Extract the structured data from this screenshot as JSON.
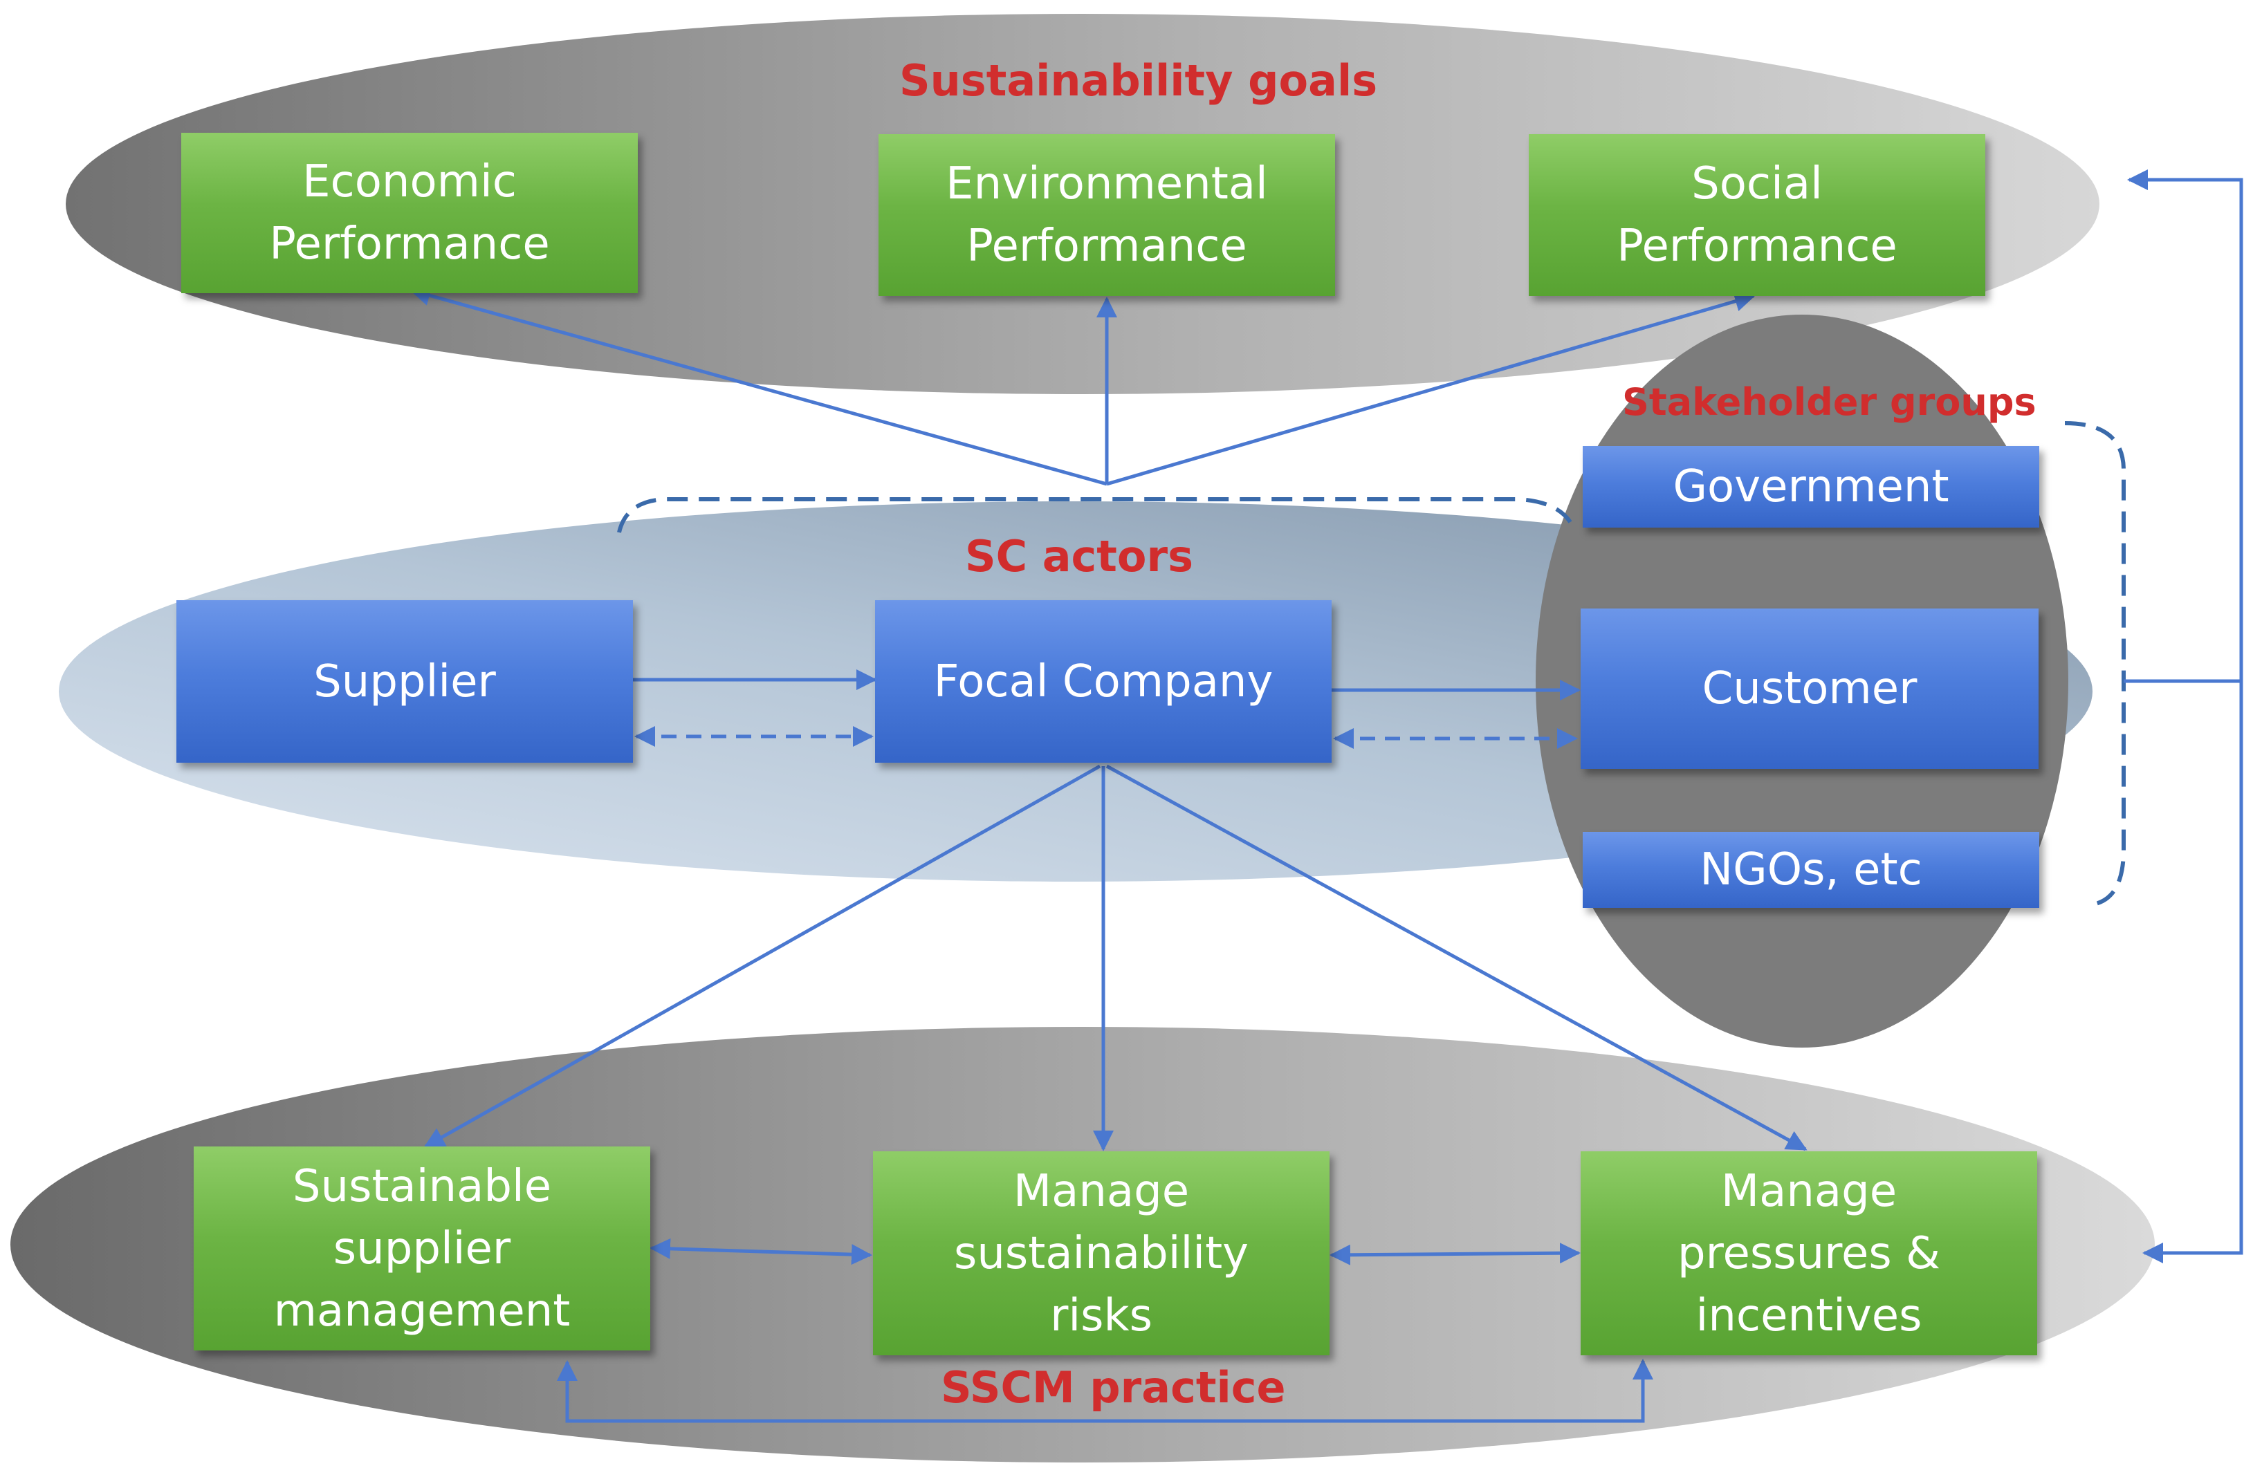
{
  "colors": {
    "goal_box": "#6cb444",
    "actor_box": "#4d7ddc",
    "title_text": "#d12d2d",
    "arrow": "#4a78d0"
  },
  "groups": {
    "sustainability_goals": "Sustainability goals",
    "sc_actors": "SC actors",
    "stakeholder_groups": "Stakeholder groups",
    "sscm_practice": "SSCM practice"
  },
  "goals": {
    "economic": "Economic\nPerformance",
    "environmental": "Environmental\nPerformance",
    "social": "Social\nPerformance"
  },
  "actors": {
    "supplier": "Supplier",
    "focal_company": "Focal Company"
  },
  "stakeholders": {
    "government": "Government",
    "customer": "Customer",
    "ngos": "NGOs, etc"
  },
  "practices": {
    "supplier_management": "Sustainable\nsupplier\nmanagement",
    "risks": "Manage\nsustainability\nrisks",
    "pressures": "Manage\npressures &\nincentives"
  }
}
